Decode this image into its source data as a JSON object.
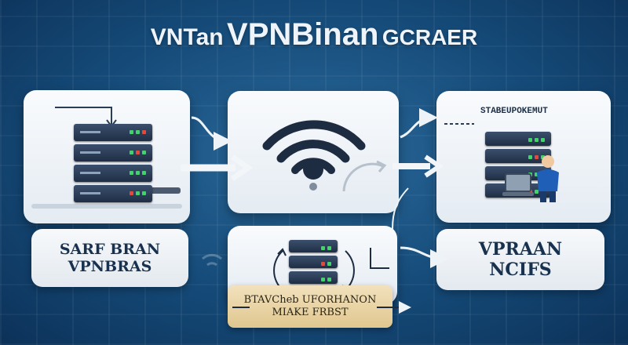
{
  "title": {
    "part1": "VNTan",
    "part2": "VPNBinan",
    "part3": "GCRAER"
  },
  "left_panel": {
    "line1": "SARF BRAN",
    "line2": "VPNBRAS"
  },
  "right_panel": {
    "header": "STABEUPOKEMUT",
    "line1": "VPRAAN",
    "line2": "NCIFS"
  },
  "notice": {
    "line1": "BTAVCheb UFORHANON",
    "line2": "MIAKE FRBST"
  },
  "icons": [
    "server-stack-icon",
    "wifi-icon",
    "person-icon",
    "laptop-icon"
  ],
  "colors": {
    "background": "#154a78",
    "panel": "#eef2f6",
    "notice": "#e6cf9c",
    "led_green": "#43d36b",
    "led_red": "#e24b3b"
  }
}
